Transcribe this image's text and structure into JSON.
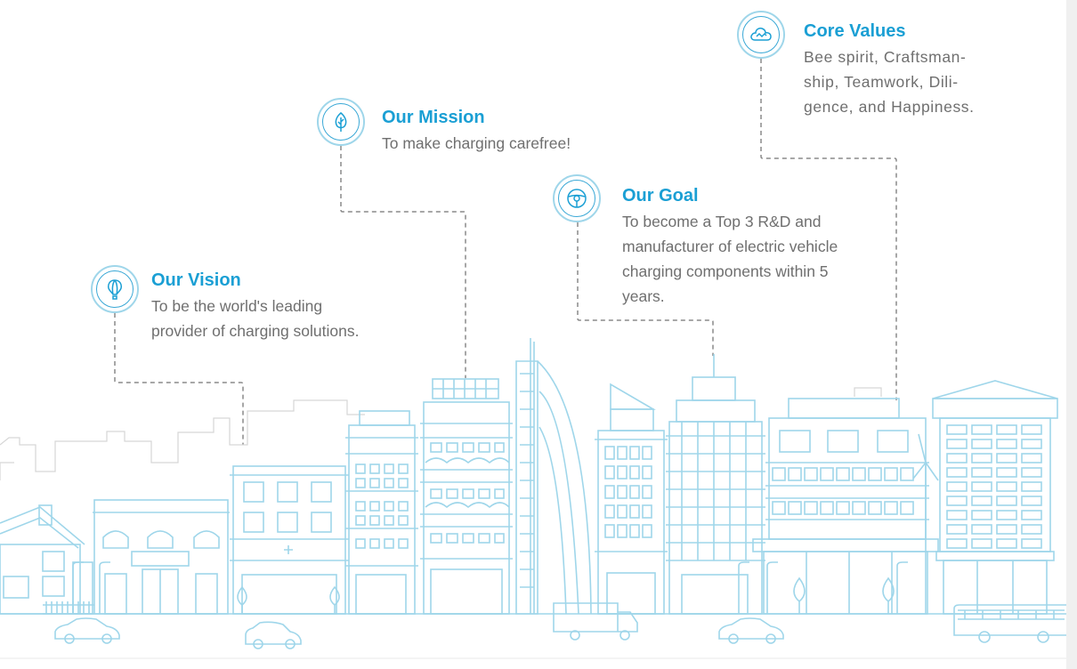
{
  "sections": {
    "vision": {
      "title": "Our Vision",
      "lines": [
        "To be the world's leading",
        "provider of charging solutions."
      ]
    },
    "mission": {
      "title": "Our Mission",
      "lines": [
        "To make charging carefree!"
      ]
    },
    "goal": {
      "title": "Our Goal",
      "lines": [
        "To become a Top 3 R&D and",
        "manufacturer of electric vehicle",
        "charging components within 5",
        "years."
      ]
    },
    "core": {
      "title": "Core Values",
      "lines": [
        "Bee spirit, Craftsman-",
        "ship, Teamwork, Dili-",
        "gence, and Happiness."
      ]
    }
  },
  "icons": {
    "vision": "hot-air-balloon-icon",
    "mission": "leaf-icon",
    "goal": "steering-wheel-icon",
    "core": "cloud-icon"
  },
  "colors": {
    "title": "#1a9fd4",
    "text": "#6f6f6f",
    "line_art": "#9fd6ea",
    "connector": "#8a8a8a",
    "skyline_back": "#d6d6d6"
  }
}
